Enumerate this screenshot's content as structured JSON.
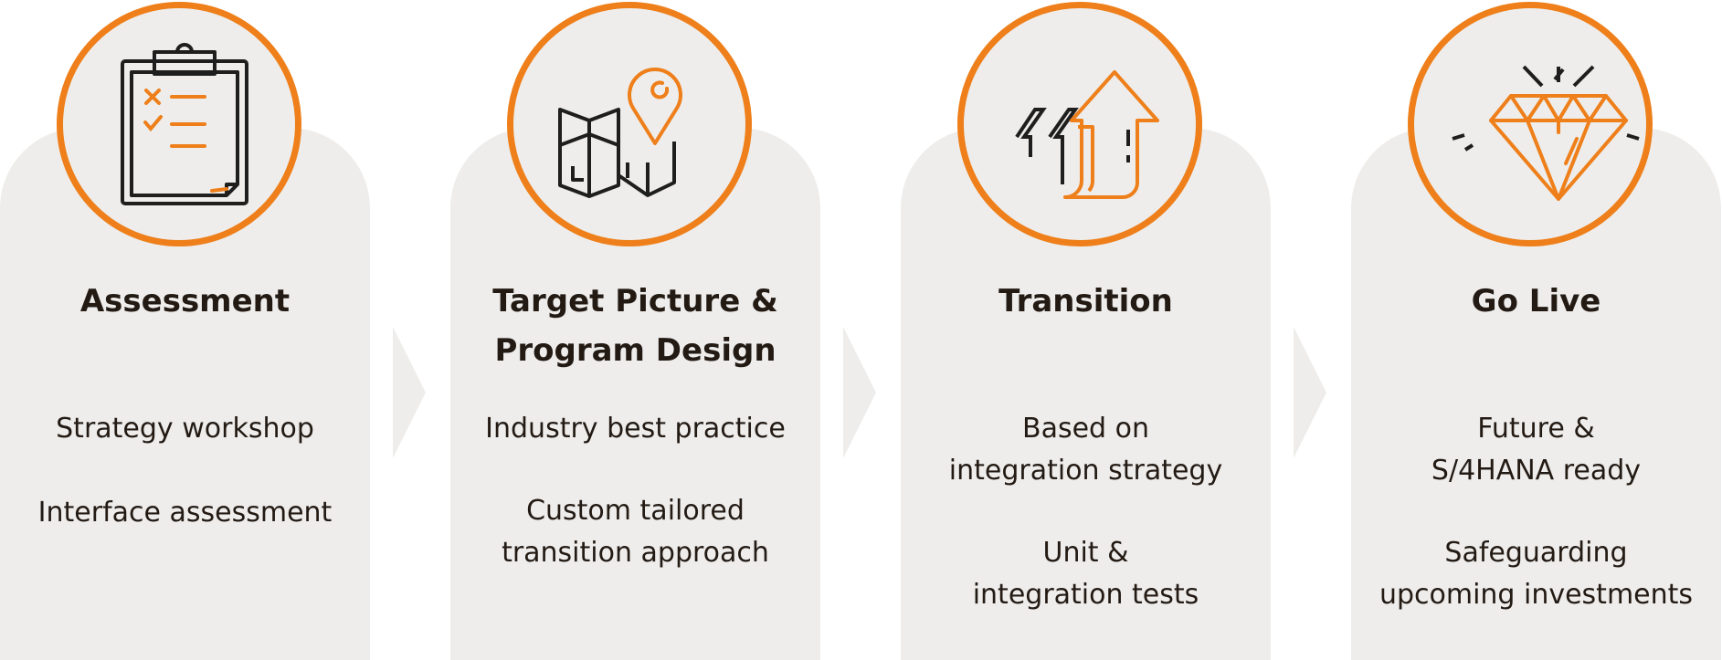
{
  "colors": {
    "accent": "#ee7f1a",
    "card": "#eeedeb",
    "text": "#231a14",
    "arrow": "#eeedeb"
  },
  "phases": [
    {
      "icon": "clipboard-checklist-icon",
      "title": "Assessment",
      "items": [
        "Strategy workshop",
        "Interface assessment"
      ]
    },
    {
      "icon": "map-location-pin-icon",
      "title": "Target Picture &\nProgram Design",
      "items": [
        "Industry best practice",
        "Custom tailored\ntransition approach"
      ]
    },
    {
      "icon": "upward-arrows-icon",
      "title": "Transition",
      "items": [
        "Based on\nintegration strategy",
        "Unit &\nintegration tests"
      ]
    },
    {
      "icon": "diamond-icon",
      "title": "Go Live",
      "items": [
        "Future &\nS/4HANA ready",
        "Safeguarding\nupcoming investments"
      ]
    }
  ]
}
